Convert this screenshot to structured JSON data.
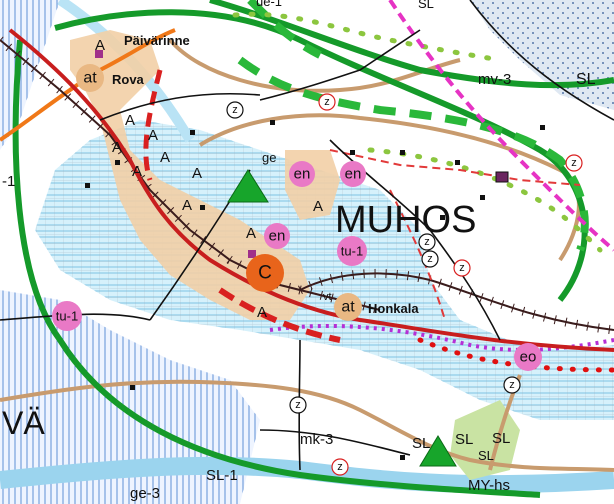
{
  "map": {
    "place_names": {
      "town": "MUHOS",
      "village_1": "Päivärinne",
      "village_2": "Rova",
      "village_3": "Honkala",
      "edge_left": "VÄ"
    },
    "zone_codes": {
      "mv3": "mv-3",
      "sl_top_right": "SL",
      "sl_top": "SL",
      "top_frag": "ue-1",
      "left_frag": "-1",
      "mk3": "mk-3",
      "sl_bottom_1": "SL",
      "sl_bottom_2": "SL",
      "sl_bottom_3": "SL",
      "sl_bottom_4": "SL",
      "sl1": "SL-1",
      "ge3": "ge-3",
      "myhs": "MY-hs",
      "ge_frag": "ge",
      "vt": "vt"
    },
    "circle_markers": {
      "at_rova": "at",
      "at_honkala": "at",
      "en_1": "en",
      "en_2": "en",
      "en_3": "en",
      "tu1_a": "tu-1",
      "tu1_b": "tu-1",
      "eo": "eo",
      "center": "C"
    },
    "residential_letter": "A",
    "water_symbol": "z",
    "road_symbol": "z"
  }
}
